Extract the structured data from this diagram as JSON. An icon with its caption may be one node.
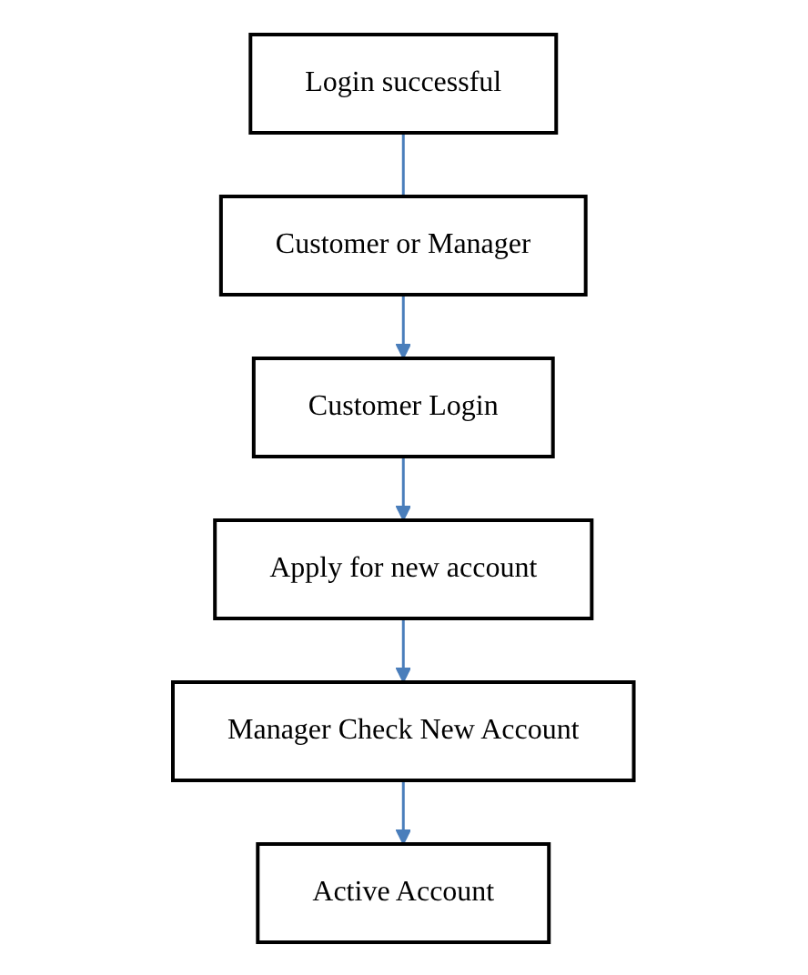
{
  "diagram": {
    "nodes": [
      {
        "text": [
          "Login successful"
        ]
      },
      {
        "text": [
          "Customer or Manager"
        ]
      },
      {
        "text": [
          "Customer Login"
        ]
      },
      {
        "text": [
          "Apply for new account"
        ]
      },
      {
        "text": [
          "Manager Check New Account"
        ]
      },
      {
        "text": [
          "Active Account"
        ]
      }
    ],
    "edges": [
      {
        "from": 0,
        "to": 1,
        "arrow": "none"
      },
      {
        "from": 1,
        "to": 2,
        "arrow": "to"
      },
      {
        "from": 2,
        "to": 3,
        "arrow": "to"
      },
      {
        "from": 3,
        "to": 4,
        "arrow": "to"
      },
      {
        "from": 4,
        "to": 5,
        "arrow": "to"
      }
    ]
  }
}
